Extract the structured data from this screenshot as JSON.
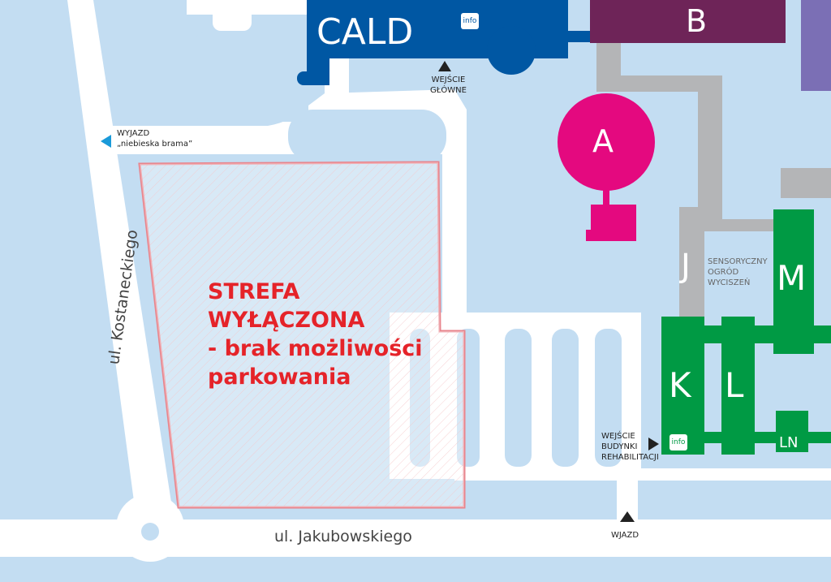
{
  "buildings": {
    "cald": "CALD",
    "b": "B",
    "a": "A",
    "j": "J",
    "m": "M",
    "k": "K",
    "l": "L",
    "ln": "LN"
  },
  "info_badges": {
    "cald": "info",
    "rehab": "info"
  },
  "labels": {
    "main_entrance": [
      "WEJŚCIE",
      "GŁÓWNE"
    ],
    "exit_title": "WYJAZD",
    "exit_sub": "„niebieska brama”",
    "garden": [
      "SENSORYCZNY",
      "OGRÓD",
      "WYCISZEŃ"
    ],
    "rehab_entrance": [
      "WEJŚCIE",
      "BUDYNKI",
      "REHABILITACJI"
    ],
    "entry": "WJAZD"
  },
  "streets": {
    "kostaneckiego": "ul. Kostaneckiego",
    "jakubowskiego": "ul. Jakubowskiego"
  },
  "zone": [
    "STREFA",
    "WYŁĄCZONA",
    "- brak możliwości",
    "parkowania"
  ],
  "colors": {
    "background": "#c3ddf2",
    "road": "#ffffff",
    "cald": "#0057a3",
    "b": "#6e2458",
    "a": "#e4097f",
    "gray": "#b4b5b7",
    "green": "#009a44",
    "purple": "#7b6fb5",
    "zone_text": "#e52329",
    "zone_outline": "#e8848c",
    "exit_arrow": "#1a9ad9"
  }
}
